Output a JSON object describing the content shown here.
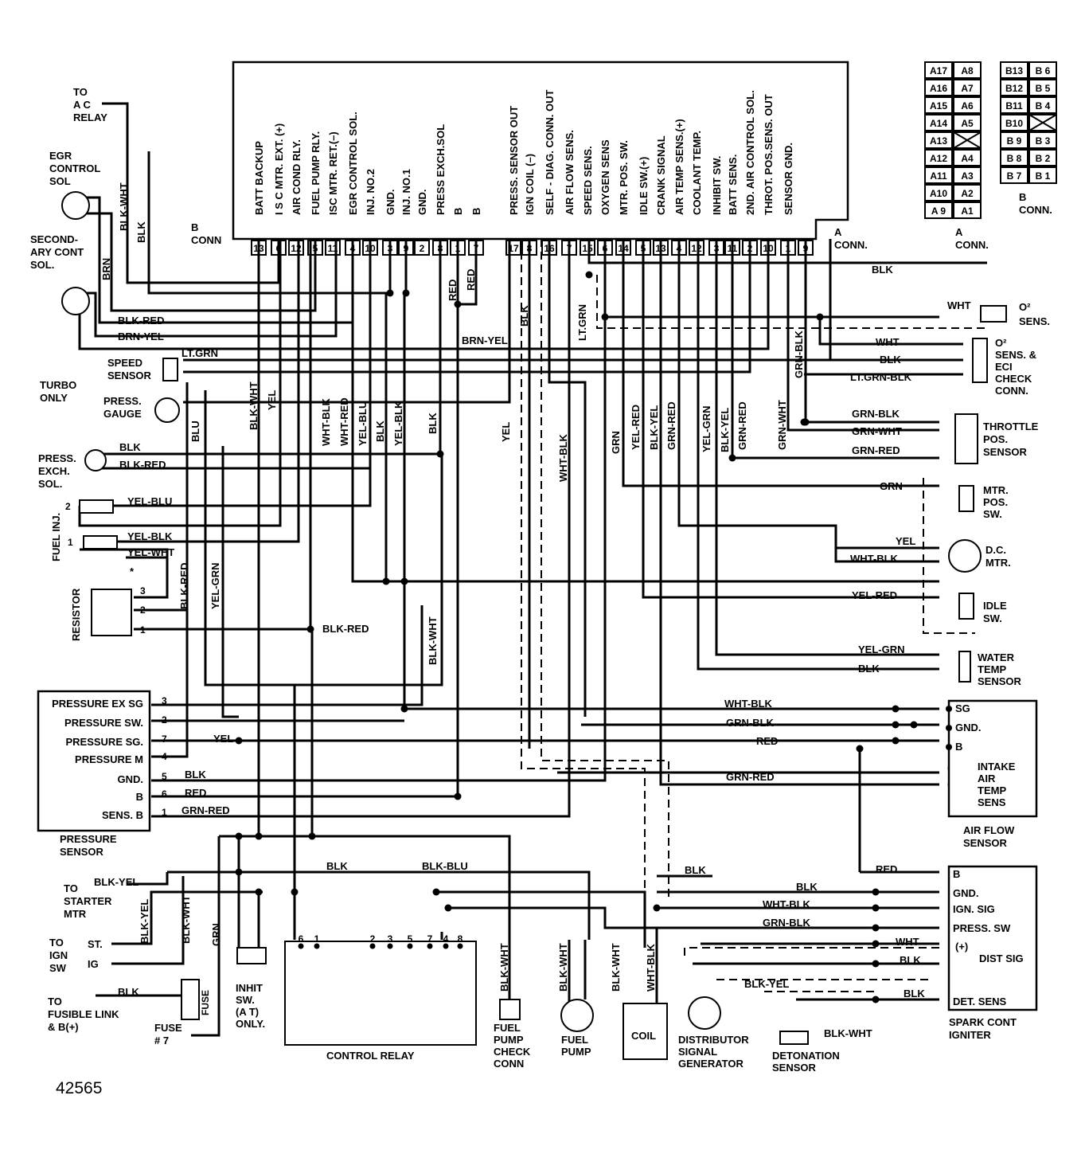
{
  "ecu": {
    "a_conn": "A\nCONN.",
    "b_conn": "B\nCONN",
    "pins": [
      {
        "num": "13",
        "label": "BATT BACKUP"
      },
      {
        "num": "6",
        "label": "I S C  MTR. EXT. (+)"
      },
      {
        "num": "12",
        "label": "AIR COND RLY."
      },
      {
        "num": "5",
        "label": "FUEL PUMP RLY."
      },
      {
        "num": "11",
        "label": "ISC MTR. RET.(–)"
      },
      {
        "num": "4",
        "label": "EGR CONTROL SOL."
      },
      {
        "num": "10",
        "label": "INJ. NO.2"
      },
      {
        "num": "3",
        "label": "GND."
      },
      {
        "num": "9",
        "label": "INJ. NO.1"
      },
      {
        "num": "2",
        "label": "GND."
      },
      {
        "num": "8",
        "label": "PRESS  EXCH.SOL"
      },
      {
        "num": "1",
        "label": "B"
      },
      {
        "num": "7",
        "label": "B"
      },
      {
        "num": "17",
        "label": "PRESS. SENSOR OUT"
      },
      {
        "num": "8",
        "label": "IGN COIL (–)"
      },
      {
        "num": "16",
        "label": "SELF - DIAG. CONN. OUT"
      },
      {
        "num": "7",
        "label": "AIR FLOW SENS."
      },
      {
        "num": "15",
        "label": "SPEED SENS."
      },
      {
        "num": "6",
        "label": "OXYGEN SENS"
      },
      {
        "num": "14",
        "label": "MTR. POS. SW."
      },
      {
        "num": "5",
        "label": "IDLE SW.(+)"
      },
      {
        "num": "13",
        "label": "CRANK SIGNAL"
      },
      {
        "num": "4",
        "label": "AIR TEMP SENS.(+)"
      },
      {
        "num": "12",
        "label": "COOLANT TEMP."
      },
      {
        "num": "3",
        "label": "INHIBIT SW."
      },
      {
        "num": "11",
        "label": "BATT SENS."
      },
      {
        "num": "2",
        "label": "2ND. AIR CONTROL SOL."
      },
      {
        "num": "10",
        "label": "THROT. POS.SENS. OUT"
      },
      {
        "num": "1",
        "label": "SENSOR GND."
      },
      {
        "num": "9",
        "label": ""
      }
    ]
  },
  "conn_grid": {
    "a_rows": [
      [
        "A17",
        "A8"
      ],
      [
        "A16",
        "A7"
      ],
      [
        "A15",
        "A6"
      ],
      [
        "A14",
        "A5"
      ],
      [
        "A13",
        ""
      ],
      [
        "A12",
        "A4"
      ],
      [
        "A11",
        "A3"
      ],
      [
        "A10",
        "A2"
      ],
      [
        "A 9",
        "A1"
      ]
    ],
    "b_rows": [
      [
        "B13",
        "B 6"
      ],
      [
        "B12",
        "B 5"
      ],
      [
        "B11",
        "B 4"
      ],
      [
        "B10",
        ""
      ],
      [
        "B 9",
        "B 3"
      ],
      [
        "B 8",
        "B 2"
      ],
      [
        "B 7",
        "B 1"
      ]
    ],
    "a_label": "A\nCONN.",
    "b_label": "B\nCONN."
  },
  "left_components": {
    "ac_relay": "TO\nA C\nRELAY",
    "egr_sol": "EGR\nCONTROL\nSOL",
    "secondary_sol": "SECOND-\nARY CONT\nSOL.",
    "turbo_only": "TURBO\nONLY",
    "speed_sensor": "SPEED\nSENSOR",
    "press_gauge": "PRESS.\nGAUGE",
    "press_exch_sol": "PRESS.\nEXCH.\nSOL.",
    "fuel_inj": "FUEL INJ.",
    "resistor": "RESISTOR",
    "resistor_star": "*",
    "to_starter": "TO\nSTARTER\nMTR",
    "to_ign_sw": "TO\nIGN\nSW",
    "st": "ST.",
    "ig": "IG",
    "to_fusible": "TO\nFUSIBLE LINK\n& B(+)",
    "fuse_label": "FUSE",
    "fuse_num": "FUSE\n# 7",
    "inhibit_sw": "INHIT\nSW.\n(A T)\nONLY."
  },
  "pressure_sensor": {
    "title": "PRESSURE\nSENSOR",
    "rows": [
      {
        "label": "PRESSURE EX SG",
        "pin": "3"
      },
      {
        "label": "PRESSURE SW.",
        "pin": "2"
      },
      {
        "label": "PRESSURE  SG.",
        "pin": "7"
      },
      {
        "label": "PRESSURE  M",
        "pin": "4"
      },
      {
        "label": "GND.",
        "pin": "5"
      },
      {
        "label": "B",
        "pin": "6"
      },
      {
        "label": "SENS.  B",
        "pin": "1"
      }
    ]
  },
  "wire_labels": {
    "blk_wht": "BLK-WHT",
    "blk": "BLK",
    "brn": "BRN",
    "blk_red": "BLK-RED",
    "brn_yel": "BRN-YEL",
    "lt_grn": "LT.GRN",
    "blu": "BLU",
    "yel_blu": "YEL-BLU",
    "yel_blk": "YEL-BLK",
    "yel_wht": "YEL-WHT",
    "yel_grn": "YEL-GRN",
    "yel": "YEL",
    "wht_blk": "WHT-BLK",
    "wht_red": "WHT-RED",
    "red": "RED",
    "grn": "GRN",
    "yel_red": "YEL-RED",
    "blk_yel": "BLK-YEL",
    "grn_red": "GRN-RED",
    "grn_blk": "GRN-BLK",
    "grn_wht": "GRN-WHT",
    "lt_grn_blk": "LT.GRN-BLK",
    "wht": "WHT",
    "blk_blu": "BLK-BLU"
  },
  "right_components": {
    "o2_sens": "O²\nSENS.",
    "o2_sens_eci": "O²\nSENS. &\nECI\nCHECK\nCONN.",
    "throttle": "THROTTLE\nPOS.\nSENSOR",
    "mtr_pos": "MTR.\nPOS.\nSW.",
    "dc_mtr": "D.C.\nMTR.",
    "idle_sw": "IDLE\nSW.",
    "water_temp": "WATER\nTEMP\nSENSOR",
    "airflow_pins": [
      "SG",
      "GND.",
      "B"
    ],
    "intake_air": "INTAKE\nAIR\nTEMP\nSENS",
    "air_flow_sensor": "AIR FLOW\nSENSOR",
    "spark_pins": [
      "B",
      "GND.",
      "IGN. SIG",
      "PRESS. SW",
      "(+)",
      "DIST SIG",
      "DET. SENS"
    ],
    "spark_cont": "SPARK CONT\nIGNITER"
  },
  "bottom_components": {
    "control_relay": "CONTROL RELAY",
    "control_relay_pins": [
      "6",
      "1",
      "2",
      "3",
      "5",
      "7",
      "4",
      "8"
    ],
    "fuel_pump_check": "FUEL\nPUMP\nCHECK\nCONN",
    "fuel_pump": "FUEL\nPUMP",
    "coil": "COIL",
    "distributor": "DISTRIBUTOR\nSIGNAL\nGENERATOR",
    "detonation": "DETONATION\nSENSOR"
  },
  "figure_number": "42565"
}
